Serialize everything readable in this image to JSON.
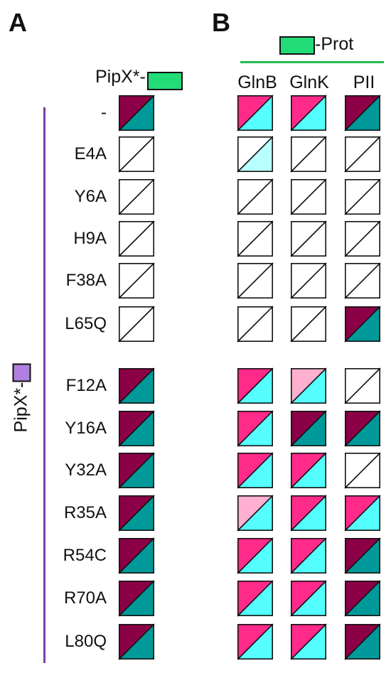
{
  "panels": {
    "a": "A",
    "b": "B"
  },
  "header_a": {
    "label": "PipX*-",
    "tag_color": "#22dd77"
  },
  "header_b": {
    "label": "-Prot",
    "tag_color": "#22dd77"
  },
  "bait_label": {
    "label": "PipX*-",
    "tag_color": "#b07fe0"
  },
  "columns": [
    "GlnB",
    "GlnK",
    "PII"
  ],
  "palette": {
    "strong_top": "#8b0046",
    "strong_bottom": "#009999",
    "medium_top": "#ff2a8a",
    "medium_bottom": "#55ffff",
    "weak_top": "#ffb0d0",
    "weak_bottom": "#b8ffff",
    "none": "#ffffff",
    "edge": "#111111"
  },
  "rows": [
    {
      "mutant": "-",
      "a": [
        "strong",
        "strong"
      ],
      "b": [
        [
          "medium",
          "medium"
        ],
        [
          "medium",
          "medium"
        ],
        [
          "strong",
          "strong"
        ]
      ]
    },
    {
      "mutant": "E4A",
      "a": [
        "none",
        "none"
      ],
      "b": [
        [
          "none",
          "weak"
        ],
        [
          "none",
          "none"
        ],
        [
          "none",
          "none"
        ]
      ]
    },
    {
      "mutant": "Y6A",
      "a": [
        "none",
        "none"
      ],
      "b": [
        [
          "none",
          "none"
        ],
        [
          "none",
          "none"
        ],
        [
          "none",
          "none"
        ]
      ]
    },
    {
      "mutant": "H9A",
      "a": [
        "none",
        "none"
      ],
      "b": [
        [
          "none",
          "none"
        ],
        [
          "none",
          "none"
        ],
        [
          "none",
          "none"
        ]
      ]
    },
    {
      "mutant": "F38A",
      "a": [
        "none",
        "none"
      ],
      "b": [
        [
          "none",
          "none"
        ],
        [
          "none",
          "none"
        ],
        [
          "none",
          "none"
        ]
      ]
    },
    {
      "mutant": "L65Q",
      "a": [
        "none",
        "none"
      ],
      "b": [
        [
          "none",
          "none"
        ],
        [
          "none",
          "none"
        ],
        [
          "strong",
          "strong"
        ]
      ]
    },
    {
      "mutant": "F12A",
      "a": [
        "strong",
        "strong"
      ],
      "b": [
        [
          "medium",
          "medium"
        ],
        [
          "weak",
          "medium"
        ],
        [
          "none",
          "none"
        ]
      ]
    },
    {
      "mutant": "Y16A",
      "a": [
        "strong",
        "strong"
      ],
      "b": [
        [
          "medium",
          "medium"
        ],
        [
          "strong",
          "strong"
        ],
        [
          "strong",
          "strong"
        ]
      ]
    },
    {
      "mutant": "Y32A",
      "a": [
        "strong",
        "strong"
      ],
      "b": [
        [
          "medium",
          "medium"
        ],
        [
          "medium",
          "medium"
        ],
        [
          "none",
          "none"
        ]
      ]
    },
    {
      "mutant": "R35A",
      "a": [
        "strong",
        "strong"
      ],
      "b": [
        [
          "weak",
          "medium"
        ],
        [
          "medium",
          "medium"
        ],
        [
          "medium",
          "medium"
        ]
      ]
    },
    {
      "mutant": "R54C",
      "a": [
        "strong",
        "strong"
      ],
      "b": [
        [
          "medium",
          "medium"
        ],
        [
          "medium",
          "medium"
        ],
        [
          "strong",
          "strong"
        ]
      ]
    },
    {
      "mutant": "R70A",
      "a": [
        "strong",
        "strong"
      ],
      "b": [
        [
          "medium",
          "medium"
        ],
        [
          "medium",
          "medium"
        ],
        [
          "strong",
          "strong"
        ]
      ]
    },
    {
      "mutant": "L80Q",
      "a": [
        "strong",
        "strong"
      ],
      "b": [
        [
          "medium",
          "medium"
        ],
        [
          "medium",
          "medium"
        ],
        [
          "strong",
          "strong"
        ]
      ]
    }
  ]
}
